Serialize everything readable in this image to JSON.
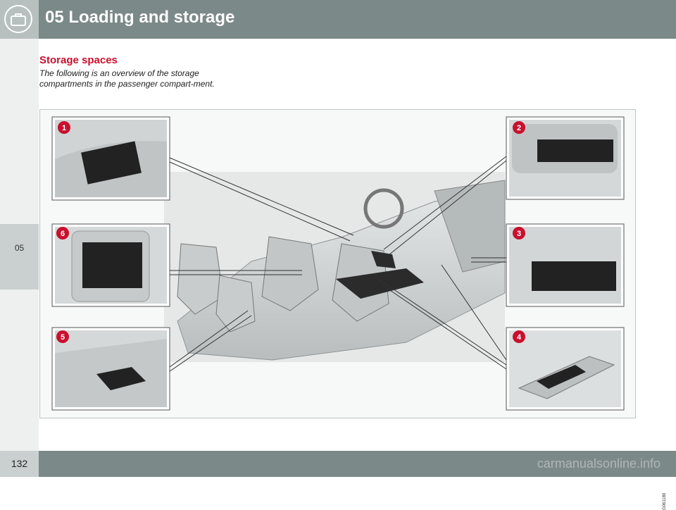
{
  "header": {
    "chapter_title": "05 Loading and storage",
    "icon": "suitcase-icon"
  },
  "side_tab": {
    "label": "05"
  },
  "section": {
    "title": "Storage spaces",
    "intro": "The following is an overview of the storage compartments in the passenger compart-ment."
  },
  "illustration": {
    "callouts": [
      "1",
      "2",
      "3",
      "4",
      "5",
      "6"
    ],
    "image_code": "G061189"
  },
  "footer": {
    "page_number": "132",
    "watermark": "carmanualsonline.info"
  },
  "colors": {
    "header": "#7b8988",
    "accent": "#c8102e",
    "tab": "#c9d0cf"
  }
}
